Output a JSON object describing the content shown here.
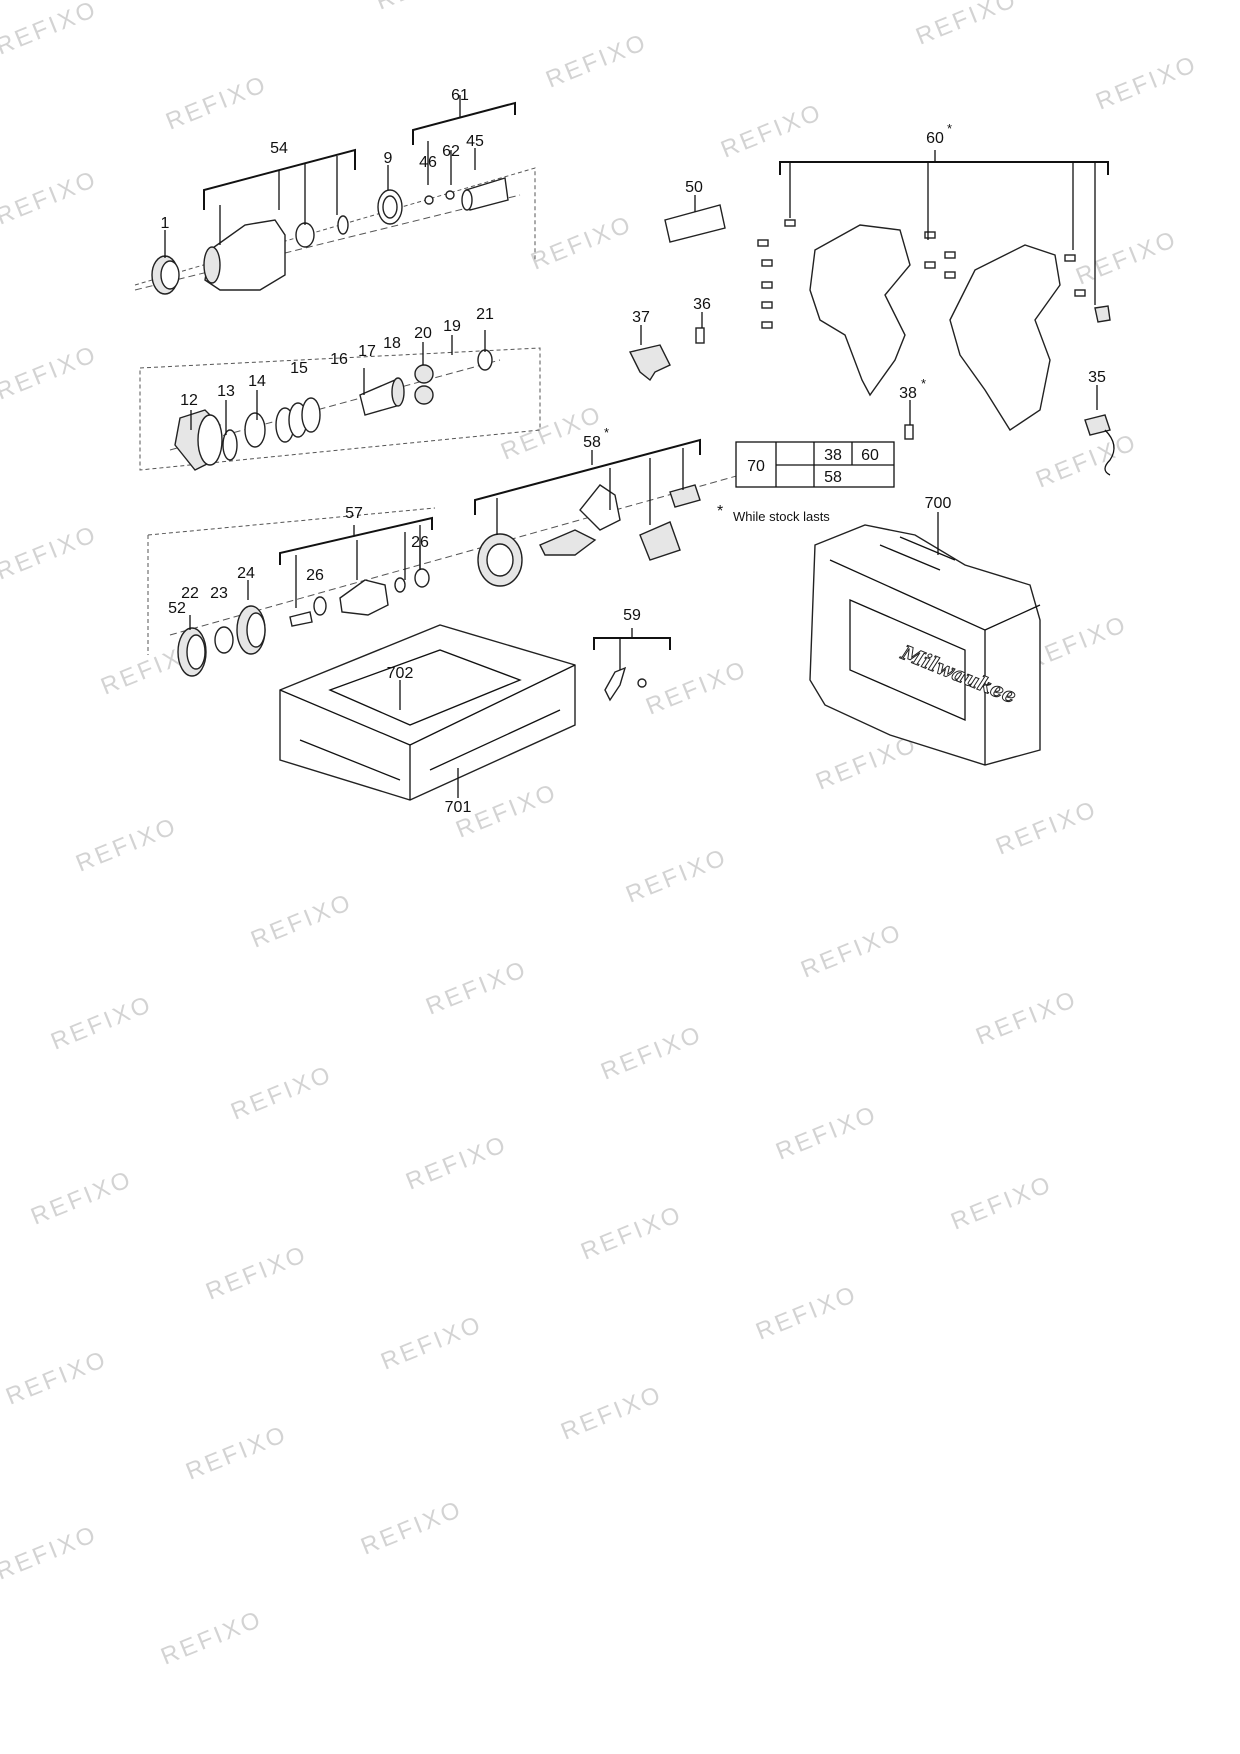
{
  "watermark": "REFIXO",
  "callouts": {
    "c1": "1",
    "c9": "9",
    "c12": "12",
    "c13": "13",
    "c14": "14",
    "c15": "15",
    "c16": "16",
    "c17": "17",
    "c18": "18",
    "c19": "19",
    "c20": "20",
    "c21": "21",
    "c22": "22",
    "c23": "23",
    "c24": "24",
    "c26a": "26",
    "c26b": "26",
    "c35": "35",
    "c36": "36",
    "c37": "37",
    "c38": "38",
    "c45": "45",
    "c46": "46",
    "c50": "50",
    "c52": "52",
    "c54": "54",
    "c57": "57",
    "c58": "58",
    "c59": "59",
    "c60": "60",
    "c61": "61",
    "c62": "62",
    "c700": "700",
    "c701": "701",
    "c702": "702"
  },
  "asterisk": "*",
  "table": {
    "c70": "70",
    "c38": "38",
    "c60": "60",
    "c58": "58"
  },
  "note": "While stock lasts",
  "brand_logo": "Milwaukee"
}
